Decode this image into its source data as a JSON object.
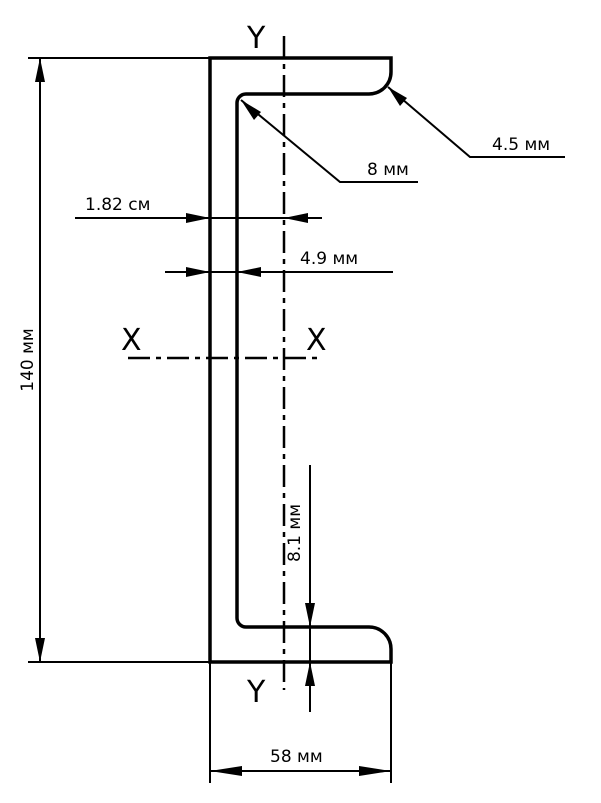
{
  "diagram": {
    "title": "Channel section dimensions",
    "axes": {
      "y_top": "Y",
      "y_bottom": "Y",
      "x_left": "X",
      "x_right": "X"
    },
    "dimensions": {
      "height": "140 мм",
      "flange_width": "58 мм",
      "centroid_offset": "1.82 см",
      "web_thickness": "4.9 мм",
      "flange_thickness": "8.1 мм",
      "inner_radius": "8 мм",
      "flange_tip_radius": "4.5 мм"
    }
  }
}
